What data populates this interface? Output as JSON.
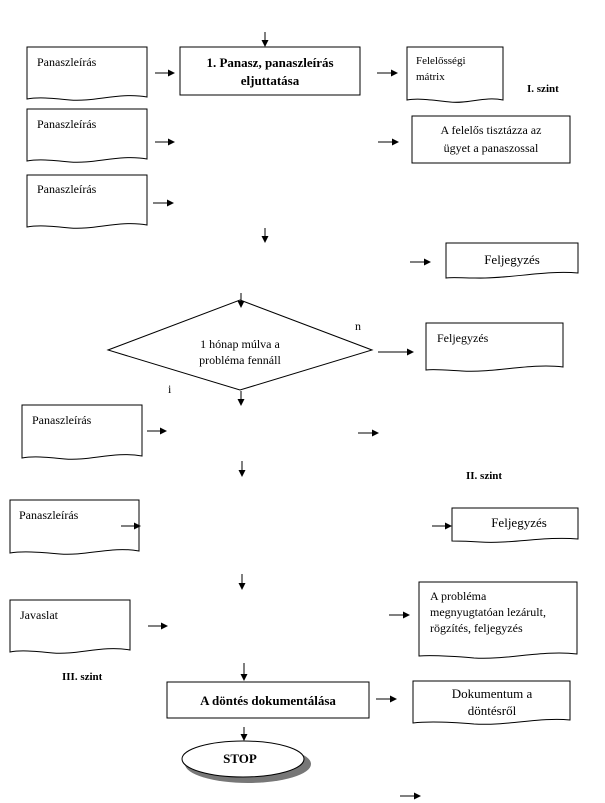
{
  "docs": {
    "d1": "Panaszleírás",
    "d2": "Panaszleírás",
    "d3": "Panaszleírás",
    "d4": "Panaszleírás",
    "d5": "Panaszleírás",
    "d6": "Javaslat"
  },
  "step1": {
    "line1": "1. Panasz, panaszleírás",
    "line2": "eljuttatása"
  },
  "right": {
    "matrix_line1": "Felelősségi",
    "matrix_line2": "mátrix",
    "clarify_line1": "A felelős tisztázza az",
    "clarify_line2": "ügyet a panaszossal",
    "note1": "Feljegyzés",
    "note2": "Feljegyzés",
    "note3": "Feljegyzés",
    "closed_line1": "A probléma",
    "closed_line2": "megnyugtatóan lezárult,",
    "closed_line3": "rögzítés, feljegyzés",
    "decision_doc_line1": "Dokumentum a",
    "decision_doc_line2": "döntésről"
  },
  "decision": {
    "line1": "1 hónap múlva a",
    "line2": "probléma fennáll",
    "yes": "i",
    "no": "n"
  },
  "levels": {
    "l1": "I. szint",
    "l2": "II. szint",
    "l3": "III. szint"
  },
  "doc_step": "A döntés dokumentálása",
  "stop": "STOP"
}
